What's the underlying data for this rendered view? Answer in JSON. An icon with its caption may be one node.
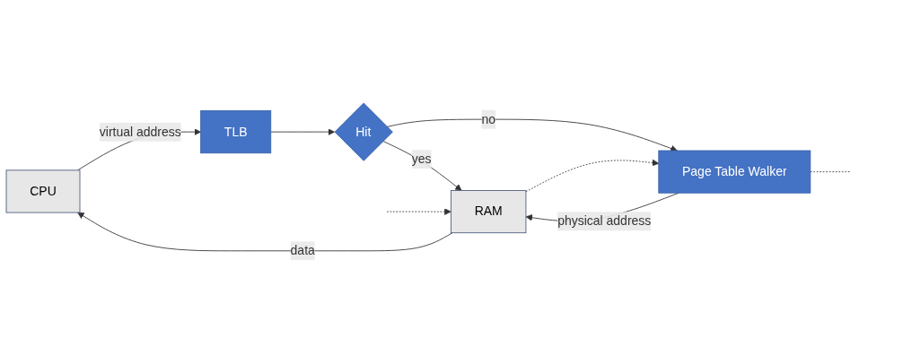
{
  "diagram": {
    "nodes": [
      {
        "text": [
          "CPU"
        ]
      },
      {
        "text": [
          "TLB"
        ]
      },
      {
        "text": [
          "Hit"
        ]
      },
      {
        "text": [
          "Page Table Walker"
        ]
      },
      {
        "text": [
          "RAM"
        ]
      }
    ],
    "edges": [
      {
        "from": 0,
        "to": 1,
        "arrow": "to",
        "label": "virtual address"
      },
      {
        "from": 1,
        "to": 2,
        "arrow": "to"
      },
      {
        "from": 2,
        "to": 4,
        "arrow": "to",
        "label": "yes"
      },
      {
        "from": 2,
        "to": 3,
        "arrow": "to",
        "label": "no"
      },
      {
        "from": 3,
        "to": 4,
        "arrow": "to",
        "label": "physical address"
      },
      {
        "from": 4,
        "to": 0,
        "arrow": "to",
        "label": "data"
      },
      {
        "from": 4,
        "to": 3,
        "arrow": "to",
        "style": "dashed"
      },
      {
        "from": 3,
        "to": null,
        "arrow": "none",
        "style": "dashed"
      },
      {
        "from": null,
        "to": 4,
        "arrow": "to",
        "style": "dashed"
      }
    ]
  }
}
